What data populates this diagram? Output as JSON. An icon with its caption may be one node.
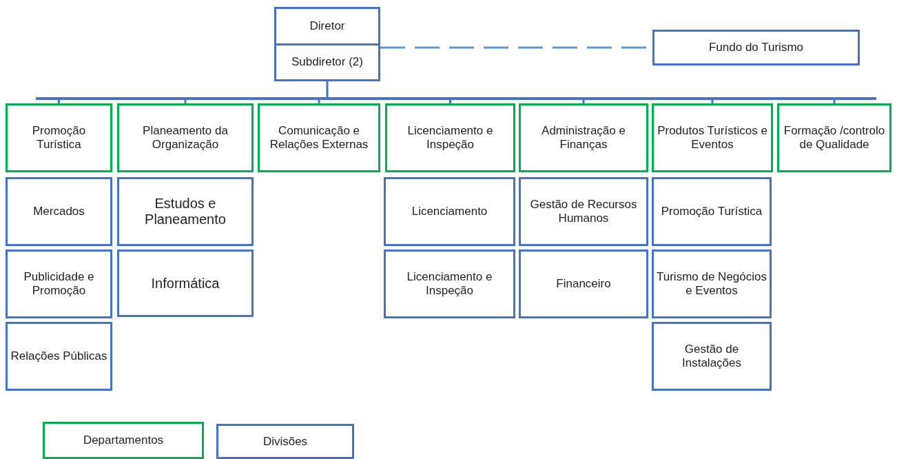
{
  "diagram": {
    "nodes": [
      {
        "text": [
          "Diretor",
          "Subdiretor (2)"
        ]
      },
      {
        "text": [
          "Fundo do Turismo"
        ]
      },
      {
        "text": [
          "Promoção Turística"
        ]
      },
      {
        "text": [
          "Mercados"
        ]
      },
      {
        "text": [
          "Publicidade e Promoção"
        ]
      },
      {
        "text": [
          "Relações Públicas"
        ]
      },
      {
        "text": [
          "Planeamento da Organização"
        ]
      },
      {
        "text": [
          "Estudos e Planeamento"
        ]
      },
      {
        "text": [
          "Informática"
        ]
      },
      {
        "text": [
          "Comunicação e Relações Externas"
        ]
      },
      {
        "text": [
          "Licenciamento e Inspeção"
        ]
      },
      {
        "text": [
          "Licenciamento"
        ]
      },
      {
        "text": [
          "Licenciamento e Inspeção"
        ]
      },
      {
        "text": [
          "Administração e Finanças"
        ]
      },
      {
        "text": [
          "Gestão de Recursos Humanos"
        ]
      },
      {
        "text": [
          "Financeiro"
        ]
      },
      {
        "text": [
          "Produtos Turísticos e Eventos"
        ]
      },
      {
        "text": [
          "Promoção Turística"
        ]
      },
      {
        "text": [
          "Turismo de Negócios e Eventos"
        ]
      },
      {
        "text": [
          "Gestão de Instalações"
        ]
      },
      {
        "text": [
          "Formação /controlo de Qualidade"
        ]
      },
      {
        "text": [],
        "shape": "bar"
      }
    ],
    "edges": [
      {
        "from": 0,
        "to": 1,
        "arrow": "none",
        "style": "dashed",
        "color": "#5b9bd5"
      },
      {
        "from": 0,
        "to": 21,
        "arrow": "none"
      },
      {
        "from": 21,
        "to": 2,
        "arrow": "none"
      },
      {
        "from": 21,
        "to": 6,
        "arrow": "none"
      },
      {
        "from": 21,
        "to": 9,
        "arrow": "none"
      },
      {
        "from": 21,
        "to": 10,
        "arrow": "none"
      },
      {
        "from": 21,
        "to": 13,
        "arrow": "none"
      },
      {
        "from": 21,
        "to": 16,
        "arrow": "none"
      },
      {
        "from": 21,
        "to": 20,
        "arrow": "none"
      }
    ],
    "legend": [
      {
        "text": "Departamentos",
        "color": "#00b050"
      },
      {
        "text": "Divisões",
        "color": "#4472c4"
      }
    ]
  }
}
